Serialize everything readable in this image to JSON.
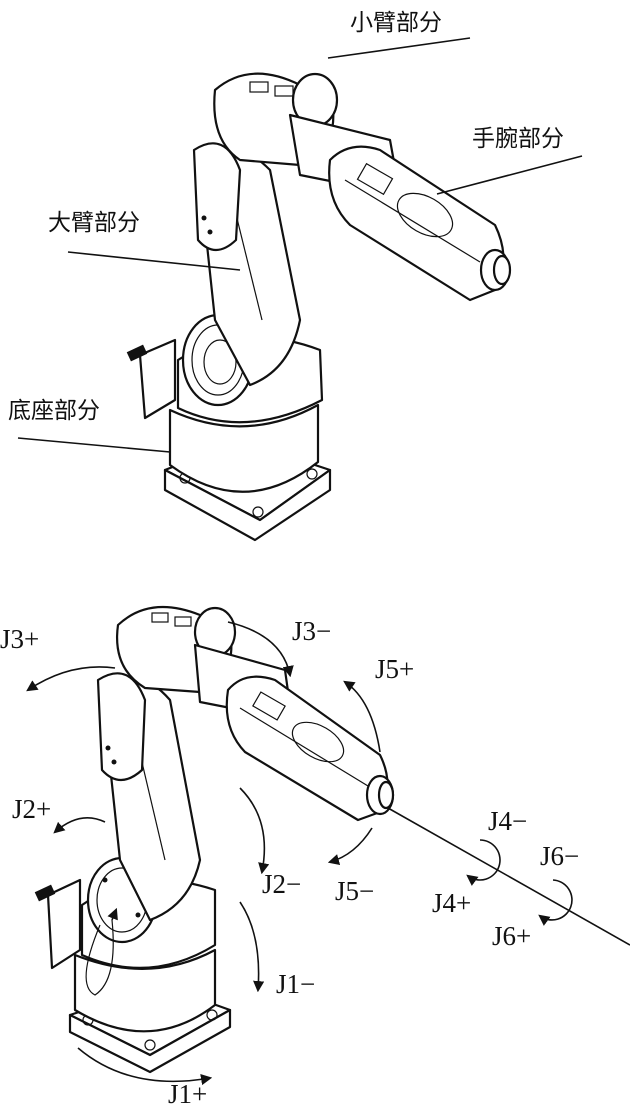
{
  "top_figure": {
    "labels": {
      "forearm": "小臂部分",
      "wrist": "手腕部分",
      "upper_arm": "大臂部分",
      "base": "底座部分"
    }
  },
  "bottom_figure": {
    "joint_labels": {
      "j1_plus": "J1+",
      "j1_minus": "J1−",
      "j2_plus": "J2+",
      "j2_minus": "J2−",
      "j3_plus": "J3+",
      "j3_minus": "J3−",
      "j4_plus": "J4+",
      "j4_minus": "J4−",
      "j5_plus": "J5+",
      "j5_minus": "J5−",
      "j6_plus": "J6+",
      "j6_minus": "J6−"
    }
  }
}
